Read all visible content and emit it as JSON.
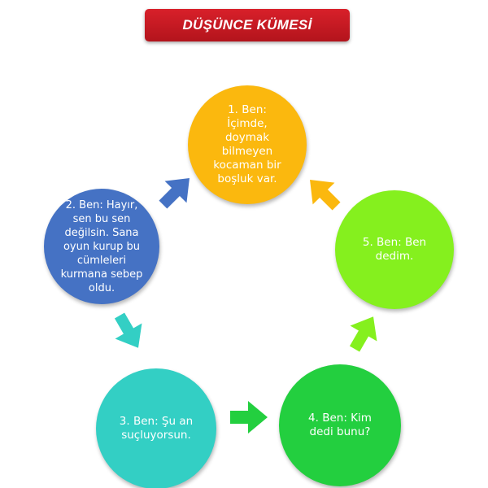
{
  "title": "DÜŞÜNCE KÜMESİ",
  "colors": {
    "title_bg": "#c8191f",
    "node1": "#fbb80e",
    "node2": "#4572c4",
    "node3": "#33cfc4",
    "node4": "#23cf3f",
    "node5": "#85f01e",
    "arrow_blue": "#4572c4",
    "arrow_teal": "#33cfc4",
    "arrow_green": "#23cf3f",
    "arrow_lime": "#85f01e",
    "arrow_orange": "#fbb80e"
  },
  "nodes": [
    {
      "lines": [
        "1. Ben:",
        "İçimde,",
        "doymak",
        "bilmeyen",
        "kocaman bir",
        "boşluk var."
      ]
    },
    {
      "lines": [
        "2. Ben: Hayır,",
        "sen bu sen",
        "değilsin. Sana",
        "oyun kurup bu",
        "cümleleri",
        "kurmana sebep",
        "oldu."
      ]
    },
    {
      "lines": [
        "3. Ben: Şu an",
        "suçluyorsun."
      ]
    },
    {
      "lines": [
        "4. Ben: Kim",
        "dedi bunu?"
      ]
    },
    {
      "lines": [
        "5. Ben: Ben",
        "dedim."
      ]
    }
  ]
}
